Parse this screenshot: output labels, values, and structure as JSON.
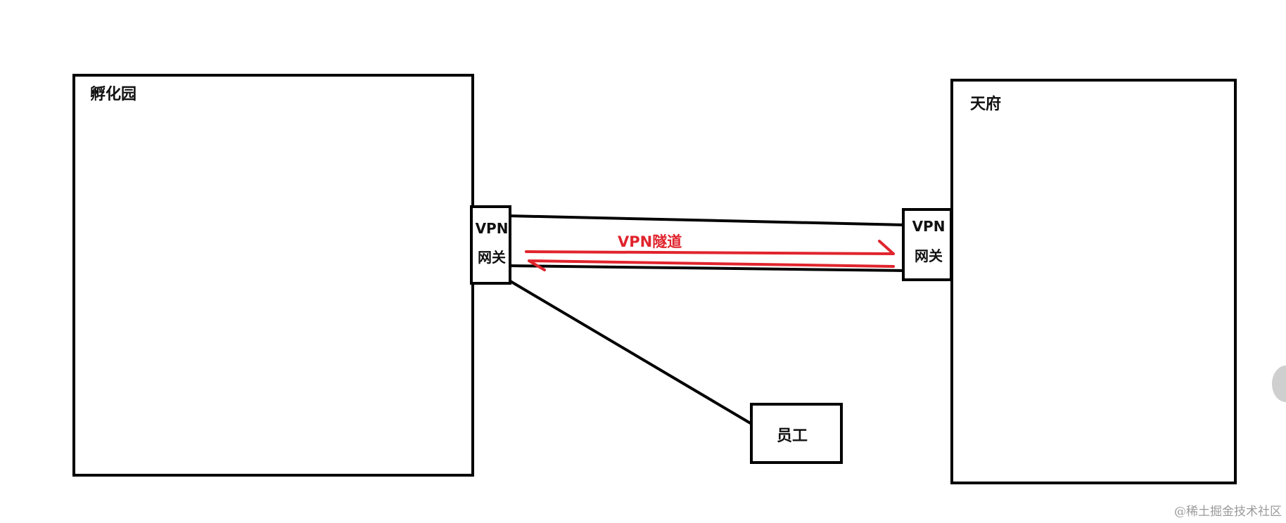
{
  "left_site": {
    "name": "孵化园",
    "gateway": {
      "line1": "VPN",
      "line2": "网关"
    }
  },
  "right_site": {
    "name": "天府",
    "gateway": {
      "line1": "VPN",
      "line2": "网关"
    }
  },
  "tunnel": {
    "label": "VPN隧道",
    "color": "#e0242d"
  },
  "employee": {
    "label": "员工"
  },
  "watermark": "@稀土掘金技术社区"
}
